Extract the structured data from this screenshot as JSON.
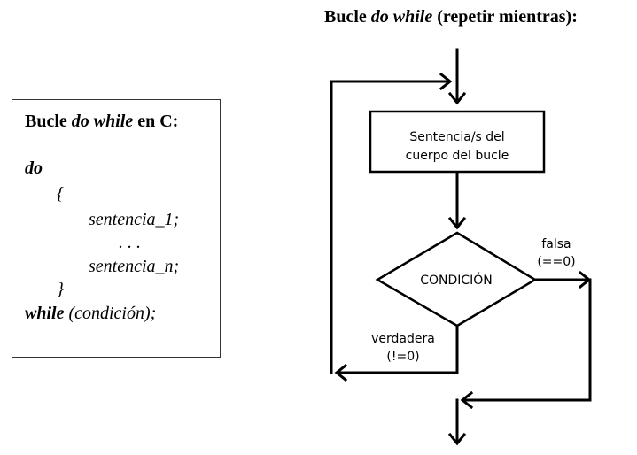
{
  "flowchart": {
    "title_prefix": "Bucle",
    "title_keyword": "do while",
    "title_suffix": "(repetir mientras):",
    "body_line1": "Sentencia/s del",
    "body_line2": "cuerpo del bucle",
    "condition": "CONDICIÓN",
    "false_label": "falsa",
    "false_value": "(==0)",
    "true_label": "verdadera",
    "true_value": "(!=0)"
  },
  "code_box": {
    "title_prefix": "Bucle",
    "title_keyword": "do while",
    "title_suffix": "en C:",
    "do_keyword": "do",
    "open_brace": "{",
    "statement_1": "sentencia_1;",
    "ellipsis": ". . .",
    "statement_n": "sentencia_n;",
    "close_brace": "}",
    "while_keyword": "while",
    "while_condition": "(condición);"
  }
}
